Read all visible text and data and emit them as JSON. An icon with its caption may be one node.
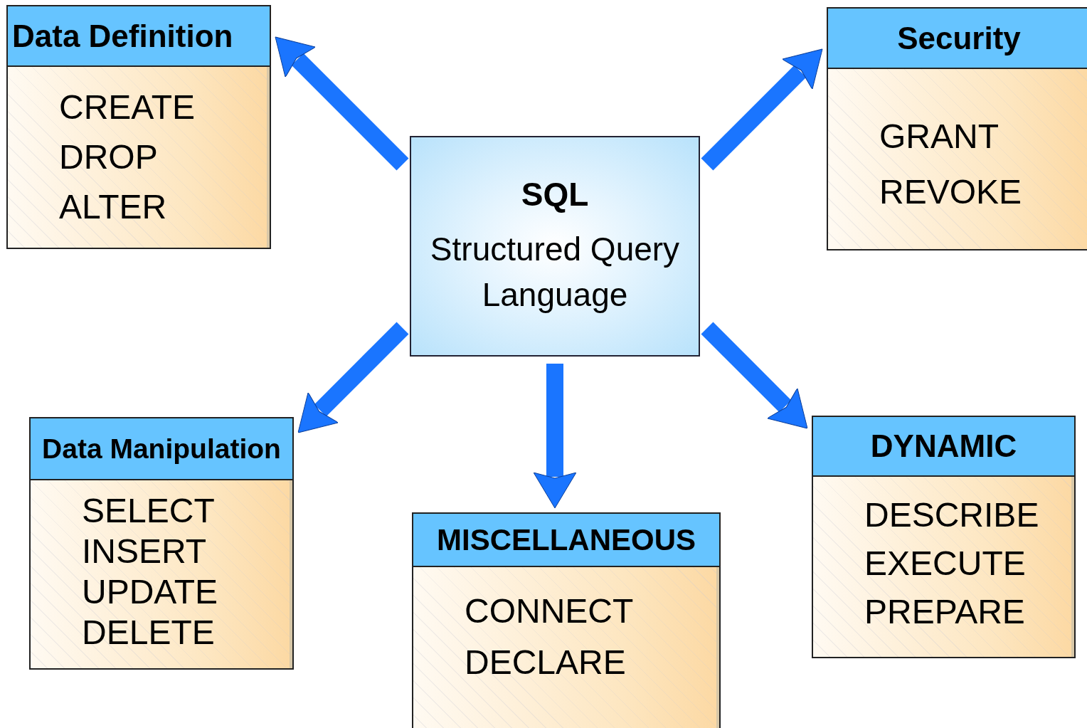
{
  "diagram": {
    "nodes": [
      {
        "text": [
          "Data Definition",
          "CREATE",
          "DROP",
          "ALTER"
        ]
      },
      {
        "text": [
          "SQL",
          "Structured Query Language"
        ]
      },
      {
        "text": [
          "Security",
          "GRANT",
          "REVOKE"
        ]
      },
      {
        "text": [
          "Data Manipulation",
          "SELECT",
          "INSERT",
          "UPDATE",
          "DELETE"
        ]
      },
      {
        "text": [
          "MISCELLANEOUS",
          "CONNECT",
          "DECLARE"
        ]
      },
      {
        "text": [
          "DYNAMIC",
          "DESCRIBE",
          "EXECUTE",
          "PREPARE"
        ]
      }
    ],
    "edges": [
      {
        "from": 1,
        "to": 0,
        "arrow": "to"
      },
      {
        "from": 1,
        "to": 2,
        "arrow": "to"
      },
      {
        "from": 1,
        "to": 3,
        "arrow": "to"
      },
      {
        "from": 1,
        "to": 4,
        "arrow": "to"
      },
      {
        "from": 1,
        "to": 5,
        "arrow": "to"
      }
    ]
  }
}
